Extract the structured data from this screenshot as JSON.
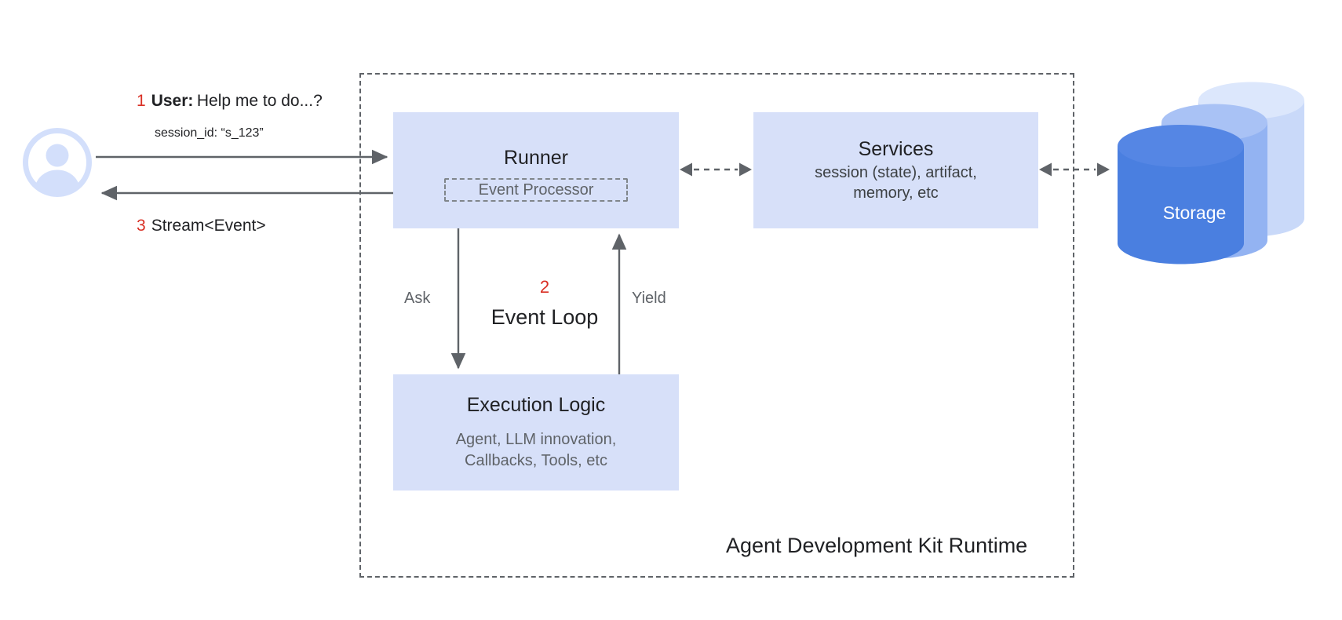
{
  "diagram": {
    "title": "Agent Development Kit Runtime",
    "colors": {
      "box_fill": "#d7e0f9",
      "dash_border": "#5f6368",
      "step_number": "#d93025",
      "storage_front": "#4a7fe0",
      "storage_mid": "#93b3f2",
      "storage_back": "#c9d9f9",
      "arrow": "#5f6368",
      "text_primary": "#202124",
      "text_secondary": "#5f6368"
    }
  },
  "user": {
    "avatar_icon": "person-avatar-icon",
    "message_in": {
      "step": "1",
      "role": "User:",
      "text": "Help me to do...?",
      "sub": "session_id: “s_123”"
    },
    "message_out": {
      "step": "3",
      "text": "Stream<Event>"
    }
  },
  "runner": {
    "title": "Runner",
    "event_processor": "Event Processor"
  },
  "services": {
    "title": "Services",
    "line1": "session (state), artifact,",
    "line2": "memory, etc"
  },
  "execution_logic": {
    "title": "Execution Logic",
    "line1": "Agent, LLM innovation,",
    "line2": "Callbacks, Tools, etc"
  },
  "event_loop": {
    "step": "2",
    "label": "Event Loop",
    "ask_label": "Ask",
    "yield_label": "Yield"
  },
  "storage": {
    "label": "Storage",
    "icon": "database-cylinder-stack-icon"
  }
}
